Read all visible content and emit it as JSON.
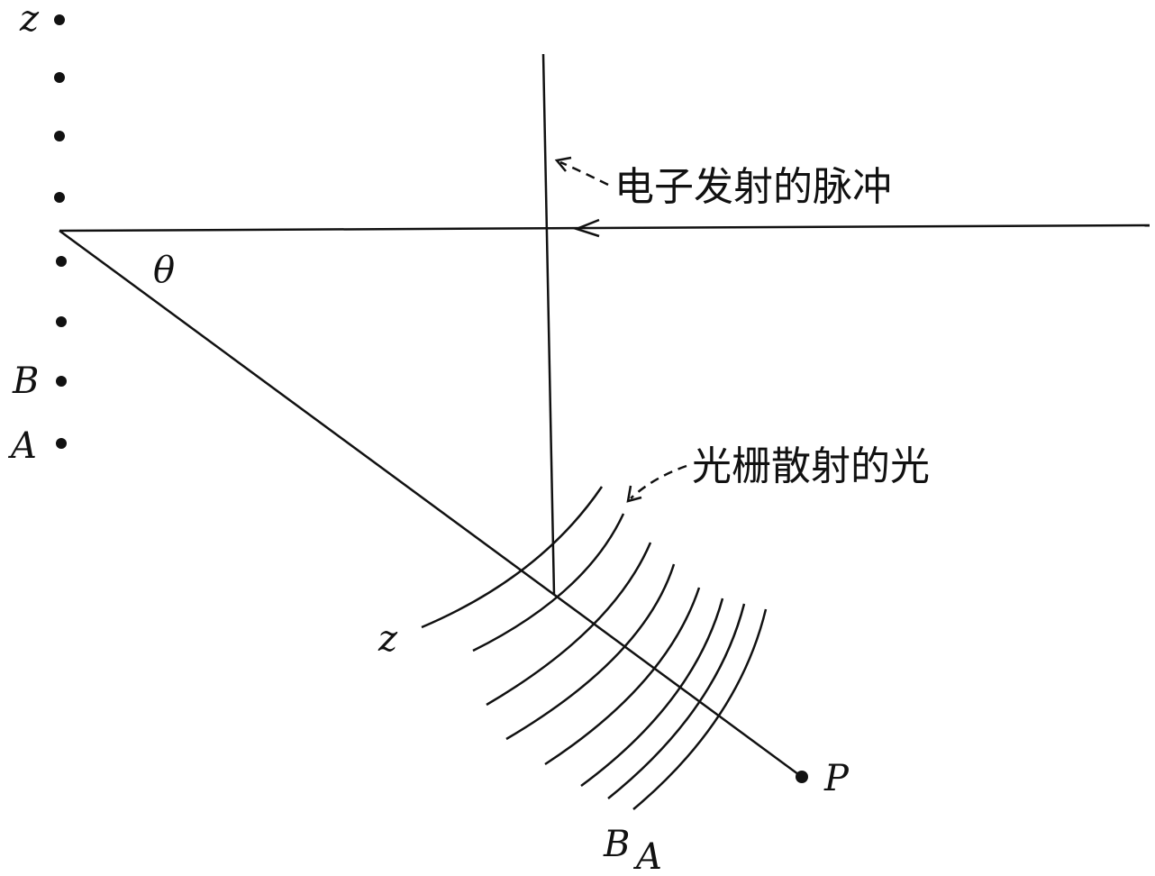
{
  "labels": {
    "z_source": "z",
    "B_source": "B",
    "A_source": "A",
    "theta": "θ",
    "z_arc": "z",
    "B_arc": "B",
    "A_arc": "A",
    "P": "P",
    "electron_pulse": "电子发射的脉冲",
    "grating_light": "光栅散射的光"
  },
  "source_dot_count": 8,
  "wavefront_count": 8,
  "colors": {
    "ink": "#111111",
    "background": "#ffffff"
  }
}
